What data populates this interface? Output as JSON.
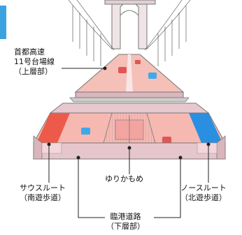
{
  "labels": {
    "upper_line1": "首都高速",
    "upper_line2": "11号台場線",
    "upper_line3": "（上層部）",
    "yurikamome": "ゆりかもめ",
    "south_line1": "サウスルート",
    "south_line2": "（南遊歩道）",
    "north_line1": "ノースルート",
    "north_line2": "（北遊歩道）",
    "lower_line1": "臨港道路",
    "lower_line2": "（下層部）"
  },
  "colors": {
    "south_walkway": "#ee5a4a",
    "north_walkway": "#2a8fe0",
    "deck_pink": "#f4c6c0",
    "road_pink": "#f7b8b0",
    "structure": "#e9c9cf",
    "edge_accent": "#3aa3e0"
  }
}
